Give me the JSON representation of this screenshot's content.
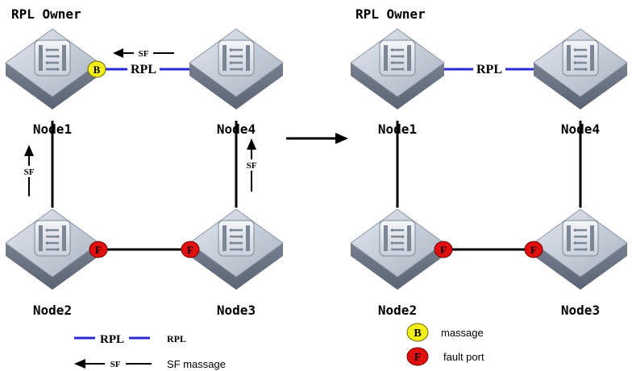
{
  "colors": {
    "rpl_link": "#2a2ad6",
    "link": "#000000",
    "block_badge": "#f3ee1a",
    "fault_badge": "#e01010",
    "switch_top": "#bfc8d6",
    "switch_side": "#6f7a88"
  },
  "left": {
    "owner_label": "RPL Owner",
    "rpl_label": "RPL",
    "sf_label": "SF",
    "block_badge": "B",
    "fault_badge": "F",
    "nodes": {
      "node1": "Node1",
      "node2": "Node2",
      "node3": "Node3",
      "node4": "Node4"
    }
  },
  "right": {
    "owner_label": "RPL Owner",
    "rpl_label": "RPL",
    "fault_badge": "F",
    "nodes": {
      "node1": "Node1",
      "node2": "Node2",
      "node3": "Node3",
      "node4": "Node4"
    }
  },
  "legend": {
    "rpl_sample": "RPL",
    "rpl_text": "RPL",
    "sf_sample": "SF",
    "sf_text": "SF massage",
    "block_badge": "B",
    "block_text": "massage",
    "fault_badge": "F",
    "fault_text": "fault port"
  },
  "icons": {
    "switch": "ethernet-switch-icon",
    "transition": "right-arrow-icon"
  }
}
